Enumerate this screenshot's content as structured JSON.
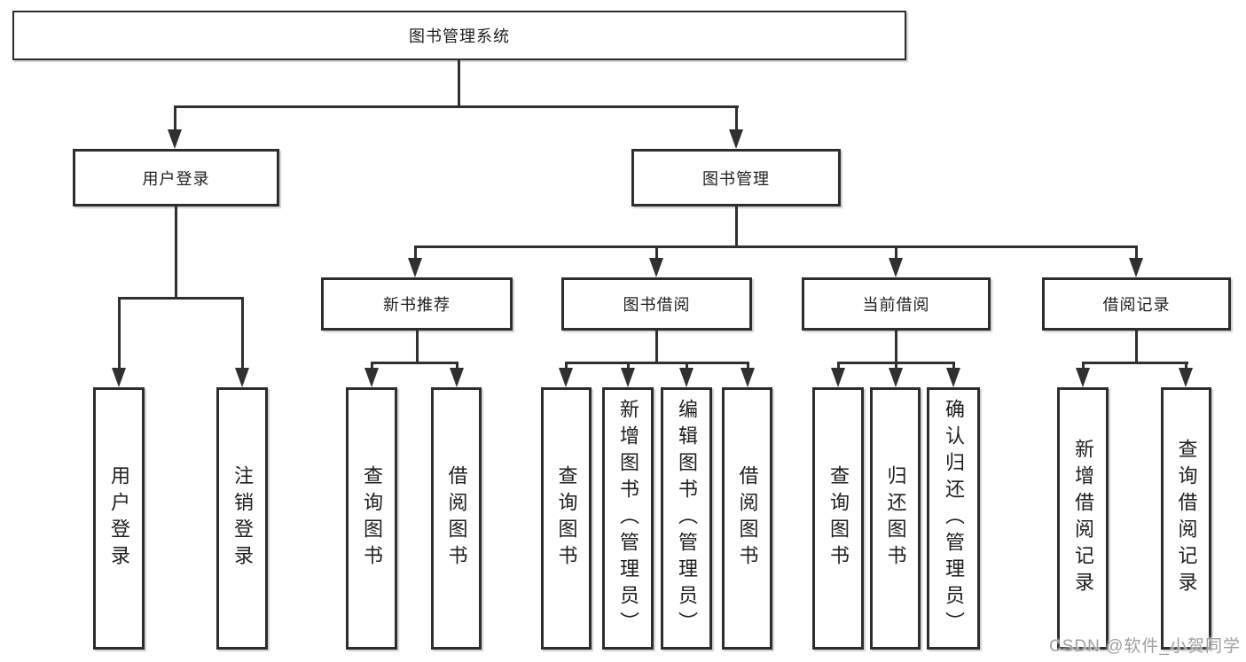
{
  "watermark": "CSDN @软件_小贺同学",
  "colors": {
    "line": "#303030",
    "text": "#1e1e1e",
    "watermark": "#a0a0a0",
    "background": "#ffffff"
  },
  "nodes": {
    "root": {
      "label": "图书管理系统"
    },
    "userLogin": {
      "label": "用户登录",
      "children": [
        {
          "label": "用户登录"
        },
        {
          "label": "注销登录"
        }
      ]
    },
    "bookMgmt": {
      "label": "图书管理"
    },
    "newBookRec": {
      "label": "新书推荐",
      "children": [
        {
          "label": "查询图书"
        },
        {
          "label": "借阅图书"
        }
      ]
    },
    "bookBorrow": {
      "label": "图书借阅",
      "children": [
        {
          "label": "查询图书"
        },
        {
          "label": "新增图书（管理员）"
        },
        {
          "label": "编辑图书（管理员）"
        },
        {
          "label": "借阅图书"
        }
      ]
    },
    "currentBorrow": {
      "label": "当前借阅",
      "children": [
        {
          "label": "查询图书"
        },
        {
          "label": "归还图书"
        },
        {
          "label": "确认归还（管理员）"
        }
      ]
    },
    "borrowRecords": {
      "label": "借阅记录",
      "children": [
        {
          "label": "新增借阅记录"
        },
        {
          "label": "查询借阅记录"
        }
      ]
    }
  }
}
